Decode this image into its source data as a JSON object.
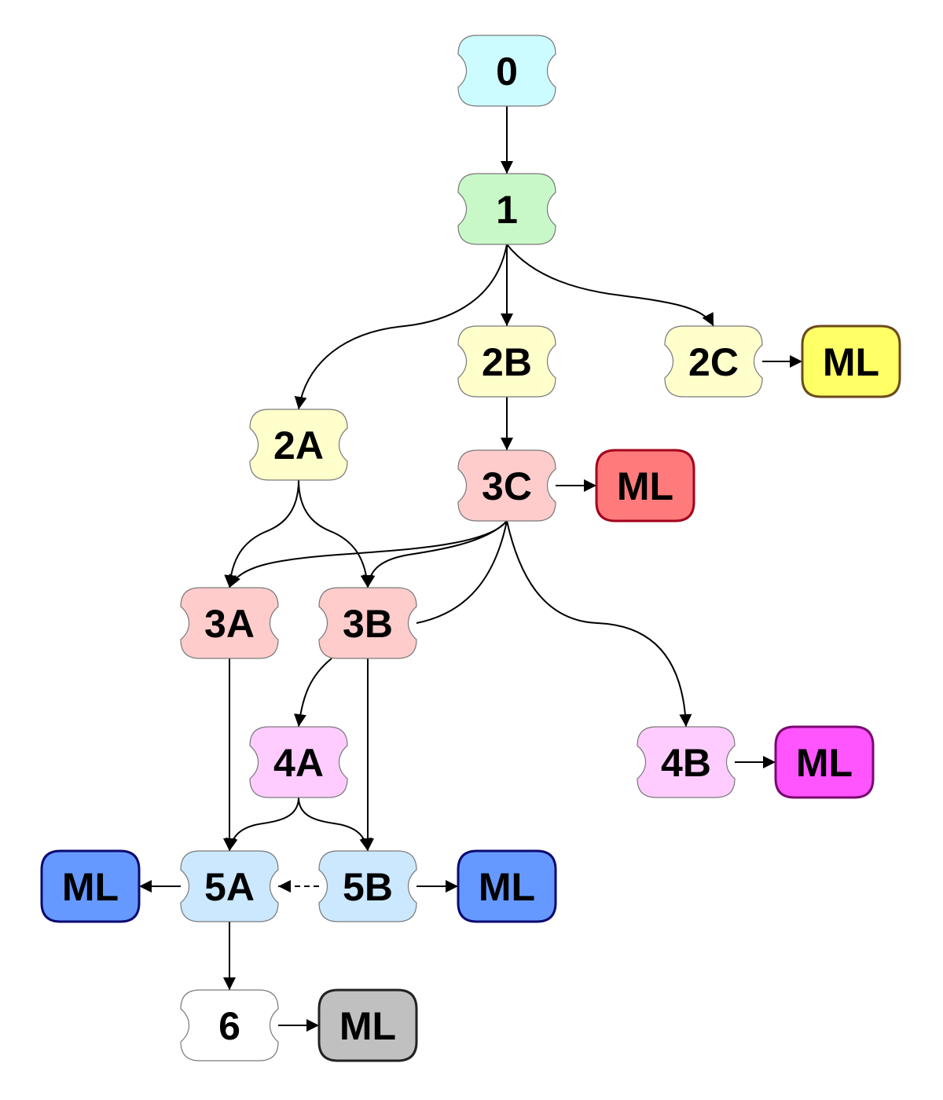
{
  "nodes": [
    {
      "id": "n0",
      "label": "0",
      "kind": "stage",
      "fill": "#ccfcff",
      "stroke": "#7a7a7a"
    },
    {
      "id": "n1",
      "label": "1",
      "kind": "stage",
      "fill": "#c8f8c8",
      "stroke": "#7a7a7a"
    },
    {
      "id": "n2A",
      "label": "2A",
      "kind": "stage",
      "fill": "#ffffcc",
      "stroke": "#7a7a7a"
    },
    {
      "id": "n2B",
      "label": "2B",
      "kind": "stage",
      "fill": "#ffffcc",
      "stroke": "#7a7a7a"
    },
    {
      "id": "n2C",
      "label": "2C",
      "kind": "stage",
      "fill": "#ffffcc",
      "stroke": "#7a7a7a"
    },
    {
      "id": "n3A",
      "label": "3A",
      "kind": "stage",
      "fill": "#ffcccc",
      "stroke": "#7a7a7a"
    },
    {
      "id": "n3B",
      "label": "3B",
      "kind": "stage",
      "fill": "#ffcccc",
      "stroke": "#7a7a7a"
    },
    {
      "id": "n3C",
      "label": "3C",
      "kind": "stage",
      "fill": "#ffcccc",
      "stroke": "#7a7a7a"
    },
    {
      "id": "n4A",
      "label": "4A",
      "kind": "stage",
      "fill": "#ffccff",
      "stroke": "#7a7a7a"
    },
    {
      "id": "n4B",
      "label": "4B",
      "kind": "stage",
      "fill": "#ffccff",
      "stroke": "#7a7a7a"
    },
    {
      "id": "n5A",
      "label": "5A",
      "kind": "stage",
      "fill": "#cce8ff",
      "stroke": "#7a7a7a"
    },
    {
      "id": "n5B",
      "label": "5B",
      "kind": "stage",
      "fill": "#cce8ff",
      "stroke": "#7a7a7a"
    },
    {
      "id": "n6",
      "label": "6",
      "kind": "stage",
      "fill": "#ffffff",
      "stroke": "#7a7a7a"
    },
    {
      "id": "ml2C",
      "label": "ML",
      "kind": "ml",
      "fill": "#ffff66",
      "stroke": "#6b4a1a"
    },
    {
      "id": "ml3C",
      "label": "ML",
      "kind": "ml",
      "fill": "#ff7a7a",
      "stroke": "#a3001b"
    },
    {
      "id": "ml4B",
      "label": "ML",
      "kind": "ml",
      "fill": "#ff55ff",
      "stroke": "#7a0a70"
    },
    {
      "id": "ml5A",
      "label": "ML",
      "kind": "ml",
      "fill": "#6699ff",
      "stroke": "#0a0a70"
    },
    {
      "id": "ml5B",
      "label": "ML",
      "kind": "ml",
      "fill": "#6699ff",
      "stroke": "#0a0a70"
    },
    {
      "id": "ml6",
      "label": "ML",
      "kind": "ml",
      "fill": "#c0c0c0",
      "stroke": "#222222"
    }
  ],
  "edges": [
    {
      "from": "n0",
      "to": "n1",
      "style": "solid"
    },
    {
      "from": "n1",
      "to": "n2A",
      "style": "solid"
    },
    {
      "from": "n1",
      "to": "n2B",
      "style": "solid"
    },
    {
      "from": "n1",
      "to": "n2C",
      "style": "solid"
    },
    {
      "from": "n2C",
      "to": "ml2C",
      "style": "solid"
    },
    {
      "from": "n2B",
      "to": "n3C",
      "style": "solid"
    },
    {
      "from": "n3C",
      "to": "ml3C",
      "style": "solid"
    },
    {
      "from": "n2A",
      "to": "n3A",
      "style": "solid"
    },
    {
      "from": "n2A",
      "to": "n3B",
      "style": "solid"
    },
    {
      "from": "n3C",
      "to": "n3A",
      "style": "solid"
    },
    {
      "from": "n3C",
      "to": "n3B",
      "style": "solid"
    },
    {
      "from": "n3C",
      "to": "n3B",
      "style": "solid",
      "note": "curve into right side of 3B, no arrowhead"
    },
    {
      "from": "n3C",
      "to": "n4B",
      "style": "solid"
    },
    {
      "from": "n4B",
      "to": "ml4B",
      "style": "solid"
    },
    {
      "from": "n3B",
      "to": "n4A",
      "style": "solid"
    },
    {
      "from": "n3A",
      "to": "n5A",
      "style": "solid"
    },
    {
      "from": "n3B",
      "to": "n5B",
      "style": "solid"
    },
    {
      "from": "n4A",
      "to": "n5A",
      "style": "solid"
    },
    {
      "from": "n4A",
      "to": "n5B",
      "style": "solid"
    },
    {
      "from": "n5A",
      "to": "ml5A",
      "style": "solid"
    },
    {
      "from": "n5B",
      "to": "n5A",
      "style": "dashed"
    },
    {
      "from": "n5B",
      "to": "ml5B",
      "style": "solid"
    },
    {
      "from": "n5A",
      "to": "n6",
      "style": "solid"
    },
    {
      "from": "n6",
      "to": "ml6",
      "style": "solid"
    }
  ]
}
